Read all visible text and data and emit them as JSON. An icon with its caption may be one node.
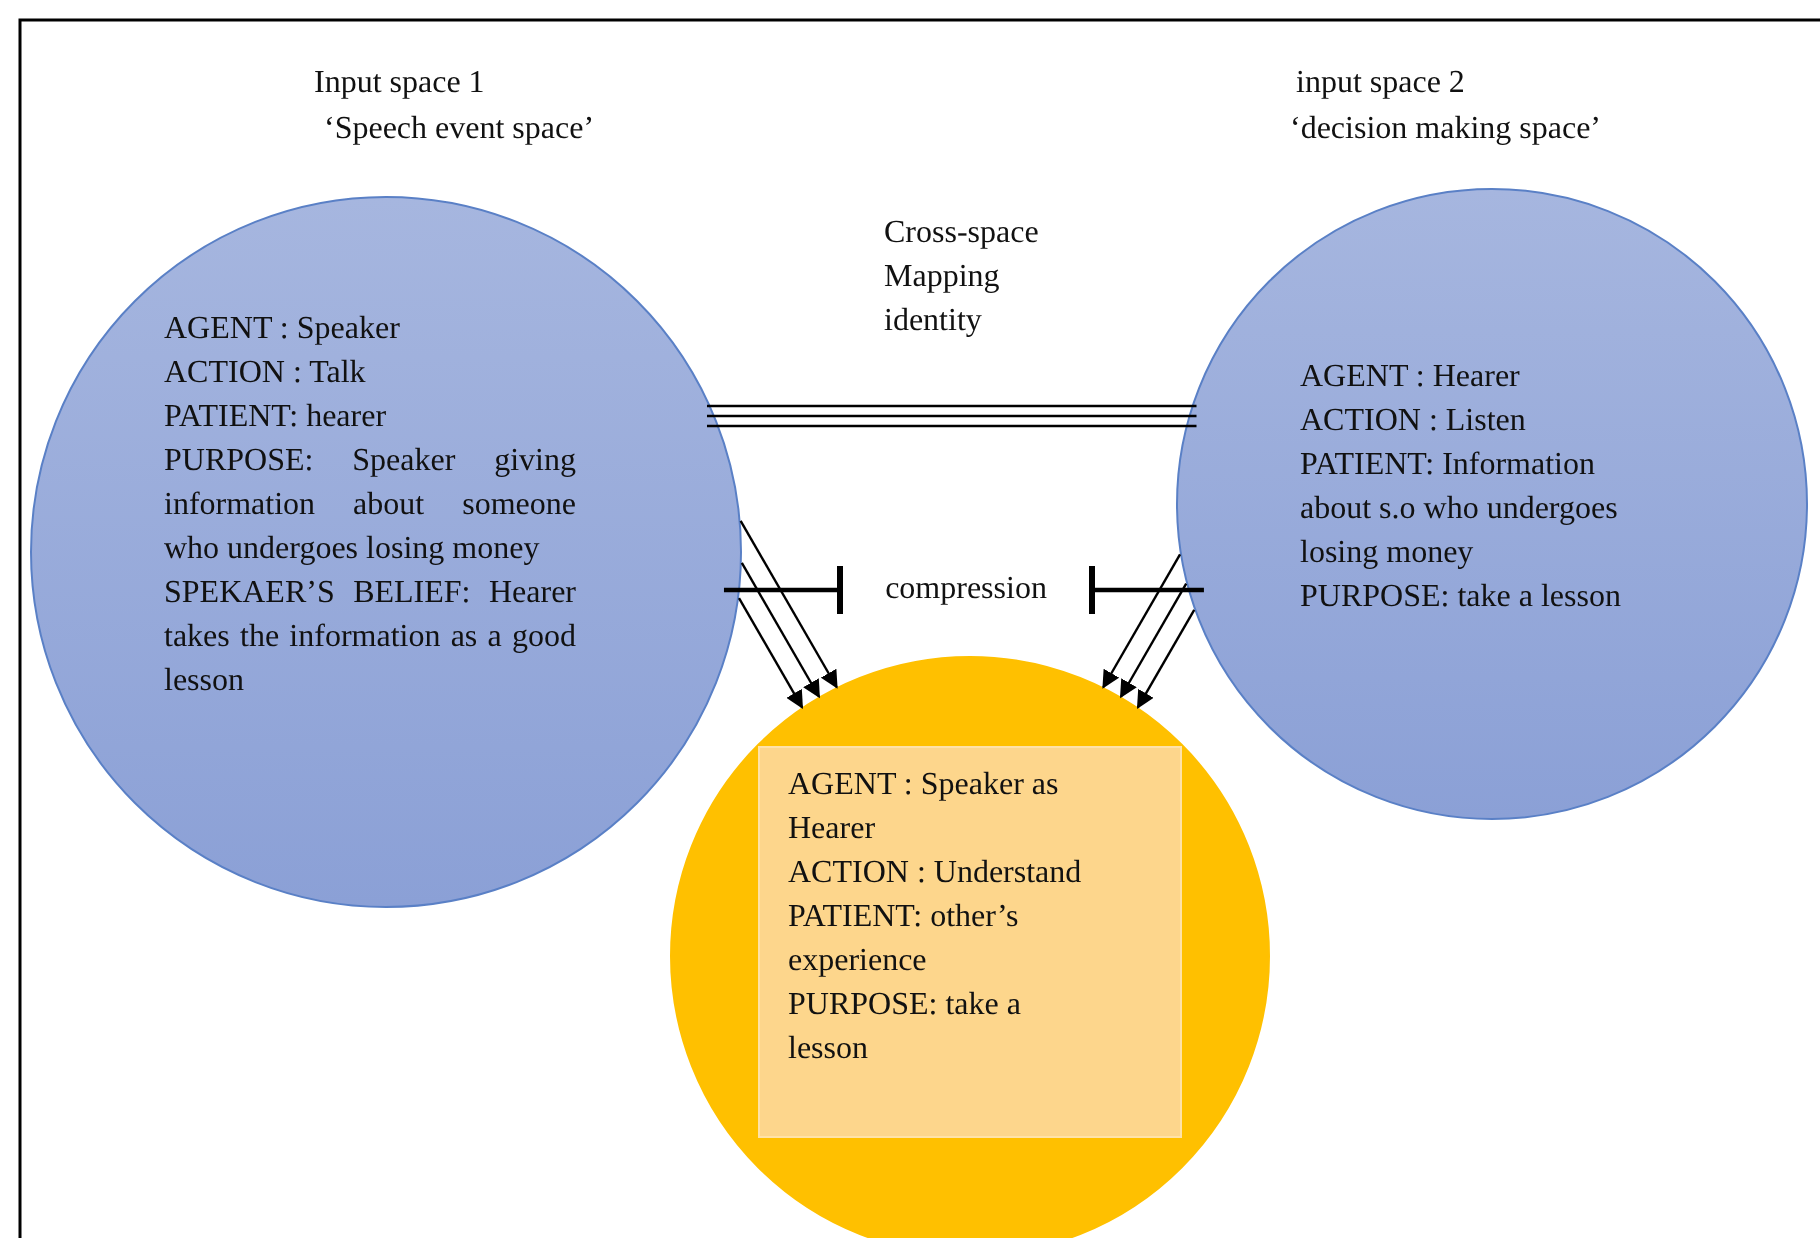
{
  "diagram": {
    "nodes": [
      {
        "text": [
          "Input space 1",
          "‘Speech event space’",
          "AGENT : Speaker",
          "ACTION : Talk",
          "PATIENT: hearer",
          "PURPOSE: Speaker giving information about someone who undergoes losing money",
          "SPEKAER’S BELIEF: Hearer takes the information as a good lesson"
        ]
      },
      {
        "text": [
          "input space 2",
          "‘decision making space’",
          "AGENT : Hearer",
          "ACTION : Listen",
          "PATIENT: Information about s.o who undergoes losing money",
          "PURPOSE: take a lesson"
        ]
      },
      {
        "text": [
          "AGENT : Speaker as Hearer",
          "ACTION : Understand",
          "PATIENT: other’s experience",
          "PURPOSE: take a lesson"
        ]
      },
      {
        "text": [
          "compression"
        ]
      }
    ],
    "edges": [
      {
        "from": 0,
        "to": 1,
        "arrow": "none",
        "label": "Cross-space Mapping identity"
      },
      {
        "from": 0,
        "to": 3,
        "arrow": "other"
      },
      {
        "from": 1,
        "to": 3,
        "arrow": "other"
      },
      {
        "from": 0,
        "to": 2,
        "arrow": "to"
      },
      {
        "from": 0,
        "to": 2,
        "arrow": "to"
      },
      {
        "from": 0,
        "to": 2,
        "arrow": "to"
      },
      {
        "from": 1,
        "to": 2,
        "arrow": "to"
      },
      {
        "from": 1,
        "to": 2,
        "arrow": "to"
      },
      {
        "from": 1,
        "to": 2,
        "arrow": "to"
      }
    ]
  }
}
